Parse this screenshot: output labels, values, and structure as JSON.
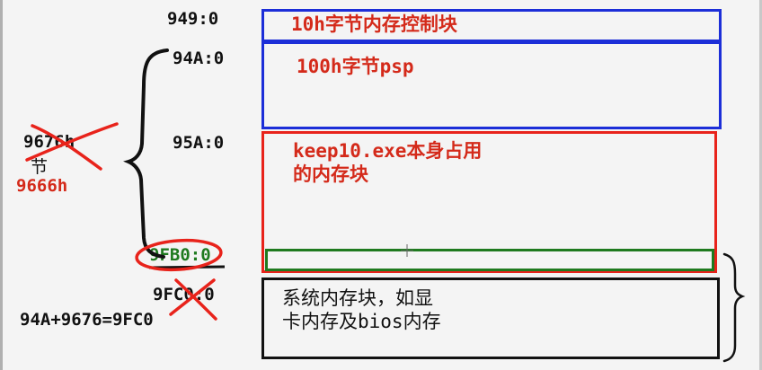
{
  "addresses": {
    "a949": "949:0",
    "a94A": "94A:0",
    "a95A": "95A:0",
    "a9FB0_seg": "9FB0",
    "a9FB0_off": ":0",
    "a9FC0": "9FC0:0"
  },
  "blocks": {
    "mcb": "10h字节内存控制块",
    "psp": "100h字节psp",
    "program_line1": "keep10.exe本身占用",
    "program_line2": "的内存块",
    "system_line1": "系统内存块，如显",
    "system_line2": "卡内存及bios内存"
  },
  "annotations": {
    "size_old": "9676h",
    "size_unit": "节",
    "size_new": "9666h",
    "formula": "94A+9676=9FC0"
  },
  "colors": {
    "blue": "#1c2ed8",
    "red": "#e8231b",
    "green": "#1f7a1f",
    "black": "#111111",
    "text_red": "#d42a1a"
  }
}
